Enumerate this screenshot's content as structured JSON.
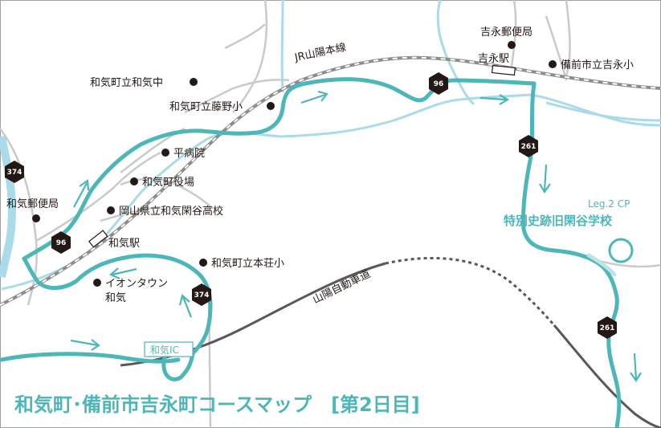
{
  "title": "和気町･備前市吉永町コースマップ　[第2日目]",
  "colors": {
    "course": "#4db6b9",
    "river": "#a9dbe8",
    "road": "#c9caca",
    "expressway": "#595757",
    "poi": "#231815",
    "route_shield": "#231815"
  },
  "railway": {
    "label": "JR山陽本線"
  },
  "expressway": {
    "label": "山陽自動車道"
  },
  "interchange": {
    "label": "和気IC"
  },
  "checkpoint": {
    "code": "Leg.2 CP",
    "name": "特別史跡旧閑谷学校"
  },
  "stations": {
    "wake": "和気駅",
    "yoshinaga": "吉永駅"
  },
  "pois": {
    "yoshinaga_post": "吉永郵便局",
    "bizen_yoshinaga_school": "備前市立吉永小",
    "wake_junior_high": "和気町立和気中",
    "fujino_school": "和気町立藤野小",
    "hei_hospital": "平病院",
    "wake_town_office": "和気町役場",
    "shizutani_high": "岡山県立和気閑谷高校",
    "wake_post": "和気郵便局",
    "honsho_school": "和気町立本荘小",
    "aeon_line1": "イオンタウン",
    "aeon_line2": "和気"
  },
  "route_shields": {
    "r374_north": "374",
    "r96_west": "96",
    "r96_east": "96",
    "r261_north": "261",
    "r261_south": "261",
    "r374_south": "374"
  }
}
